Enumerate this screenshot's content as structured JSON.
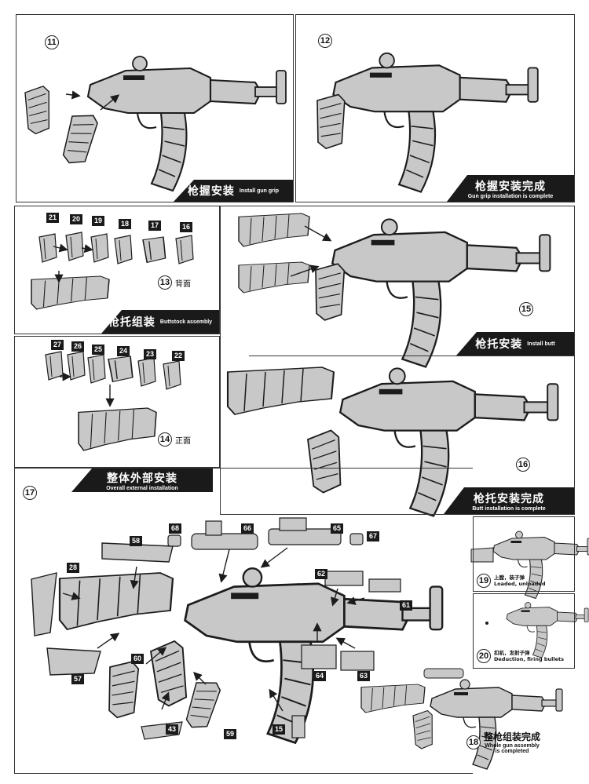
{
  "steps": {
    "s11": {
      "num": "11",
      "zh": "枪握安装",
      "en": "Install gun grip"
    },
    "s12": {
      "num": "12",
      "zh": "枪握安装完成",
      "en": "Gun grip installation is complete"
    },
    "s13": {
      "num": "13",
      "side": "背面",
      "zh": "枪托组装",
      "en": "Buttstock assembly",
      "parts": [
        "21",
        "20",
        "19",
        "18",
        "17",
        "16"
      ]
    },
    "s14": {
      "num": "14",
      "side": "正面",
      "parts": [
        "27",
        "26",
        "25",
        "24",
        "23",
        "22"
      ]
    },
    "s15": {
      "num": "15",
      "zh": "枪托安装",
      "en": "Install butt"
    },
    "s16": {
      "num": "16",
      "zh": "枪托安装完成",
      "en": "Butt installation is complete"
    },
    "s17": {
      "num": "17",
      "zh": "整体外部安装",
      "en": "Overall external installation",
      "parts": {
        "p68": "68",
        "p66": "66",
        "p65": "65",
        "p67": "67",
        "p58": "58",
        "p28": "28",
        "p62": "62",
        "p61": "61",
        "p60": "60",
        "p57": "57",
        "p64": "64",
        "p63": "63",
        "p43": "43",
        "p59": "59",
        "p15": "15"
      }
    },
    "s18": {
      "num": "18",
      "zh": "整枪组装完成",
      "en1": "Whole gun assembly",
      "en2": "is completed"
    },
    "s19": {
      "num": "19",
      "zh": "上膛，装子弹",
      "en": "Loaded, unloaded"
    },
    "s20": {
      "num": "20",
      "zh": "扣机，发射子弹",
      "en": "Deduction, firing bullets"
    }
  },
  "colors": {
    "part_fill": "#c8c8c8",
    "stroke": "#1c1c1c",
    "banner": "#1a1a1a"
  }
}
